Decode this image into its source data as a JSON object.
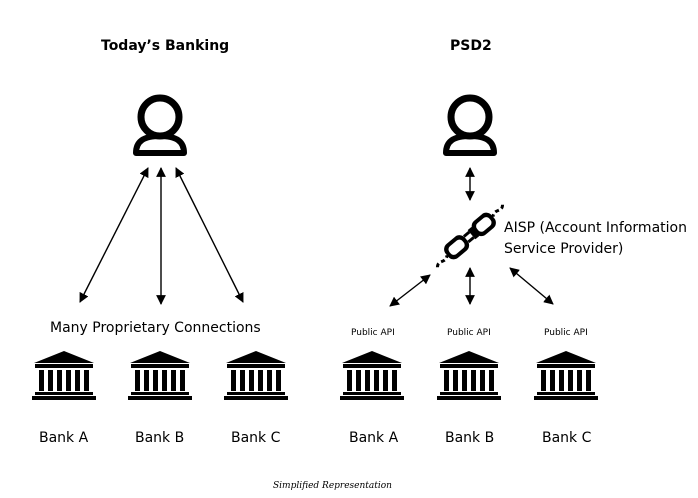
{
  "left_panel": {
    "title": "Today’s Banking",
    "connections_label": "Many Proprietary Connections",
    "banks": [
      "Bank A",
      "Bank B",
      "Bank C"
    ]
  },
  "right_panel": {
    "title": "PSD2",
    "aisp_label_line1": "AISP (Account Information",
    "aisp_label_line2": "Service Provider)",
    "api_labels": [
      "Public API",
      "Public API",
      "Public API"
    ],
    "banks": [
      "Bank A",
      "Bank B",
      "Bank C"
    ]
  },
  "caption": "Simplified Representation",
  "icons": [
    "user-icon",
    "bank-icon",
    "plug-connector-icon"
  ],
  "colors": {
    "stroke": "#000000",
    "background": "#ffffff"
  }
}
